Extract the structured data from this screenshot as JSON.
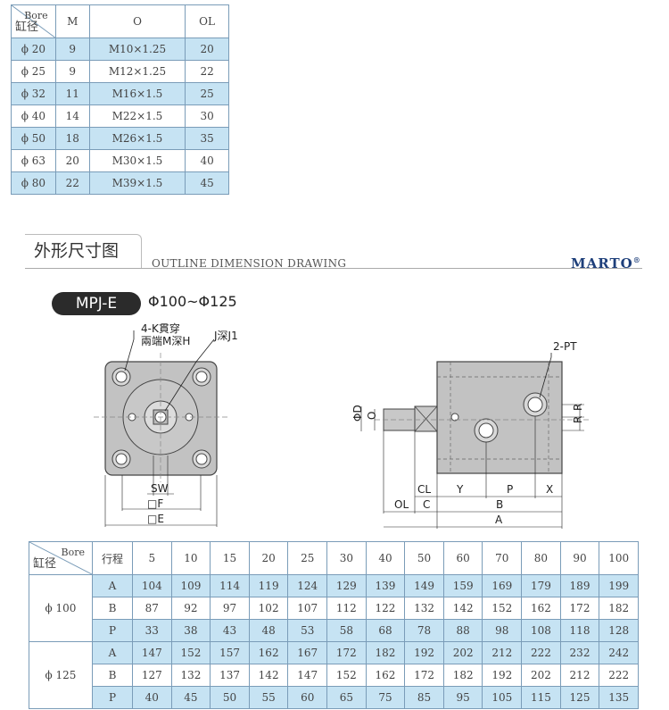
{
  "top_table": {
    "bore_en": "Bore",
    "bore_cn": "缸径",
    "headers": [
      "M",
      "O",
      "OL"
    ],
    "rows": [
      {
        "bore": "ϕ 20",
        "m": "9",
        "o": "M10×1.25",
        "ol": "20"
      },
      {
        "bore": "ϕ 25",
        "m": "9",
        "o": "M12×1.25",
        "ol": "22"
      },
      {
        "bore": "ϕ 32",
        "m": "11",
        "o": "M16×1.5",
        "ol": "25"
      },
      {
        "bore": "ϕ 40",
        "m": "14",
        "o": "M22×1.5",
        "ol": "30"
      },
      {
        "bore": "ϕ 50",
        "m": "18",
        "o": "M26×1.5",
        "ol": "35"
      },
      {
        "bore": "ϕ 63",
        "m": "20",
        "o": "M30×1.5",
        "ol": "40"
      },
      {
        "bore": "ϕ 80",
        "m": "22",
        "o": "M39×1.5",
        "ol": "45"
      }
    ]
  },
  "section": {
    "title_cn": "外形尺寸图",
    "title_en": "OUTLINE DIMENSION DRAWING",
    "brand": "MARTO",
    "brand_mark": "®"
  },
  "model": {
    "name": "MPJ-E",
    "range": "Φ100~Φ125"
  },
  "drawing_labels": {
    "k": "4-K貫穿",
    "m": "兩端M深H",
    "j": "J深J1",
    "pt": "2-PT",
    "sw": "SW",
    "f": "□F",
    "e": "□E",
    "d": "ΦD",
    "o": "O",
    "r": "R",
    "r2": "R",
    "cl": "CL",
    "y": "Y",
    "p": "P",
    "x": "X",
    "ol": "OL",
    "c": "C",
    "b": "B",
    "a": "A"
  },
  "bottom_table": {
    "bore_en": "Bore",
    "bore_cn": "缸径",
    "stroke_label": "行程",
    "strokes": [
      "5",
      "10",
      "15",
      "20",
      "25",
      "30",
      "40",
      "50",
      "60",
      "70",
      "80",
      "90",
      "100"
    ],
    "groups": [
      {
        "bore": "ϕ 100",
        "rows": [
          {
            "key": "A",
            "values": [
              "104",
              "109",
              "114",
              "119",
              "124",
              "129",
              "139",
              "149",
              "159",
              "169",
              "179",
              "189",
              "199"
            ]
          },
          {
            "key": "B",
            "values": [
              "87",
              "92",
              "97",
              "102",
              "107",
              "112",
              "122",
              "132",
              "142",
              "152",
              "162",
              "172",
              "182"
            ]
          },
          {
            "key": "P",
            "values": [
              "33",
              "38",
              "43",
              "48",
              "53",
              "58",
              "68",
              "78",
              "88",
              "98",
              "108",
              "118",
              "128"
            ]
          }
        ]
      },
      {
        "bore": "ϕ 125",
        "rows": [
          {
            "key": "A",
            "values": [
              "147",
              "152",
              "157",
              "162",
              "167",
              "172",
              "182",
              "192",
              "202",
              "212",
              "222",
              "232",
              "242"
            ]
          },
          {
            "key": "B",
            "values": [
              "127",
              "132",
              "137",
              "142",
              "147",
              "152",
              "162",
              "172",
              "182",
              "192",
              "202",
              "212",
              "222"
            ]
          },
          {
            "key": "P",
            "values": [
              "40",
              "45",
              "50",
              "55",
              "60",
              "65",
              "75",
              "85",
              "95",
              "105",
              "115",
              "125",
              "135"
            ]
          }
        ]
      }
    ]
  },
  "colors": {
    "row_highlight": "#c6e3f3",
    "border": "#7a9cb8",
    "brand": "#1e3f7a",
    "pill": "#2b2b2b"
  }
}
